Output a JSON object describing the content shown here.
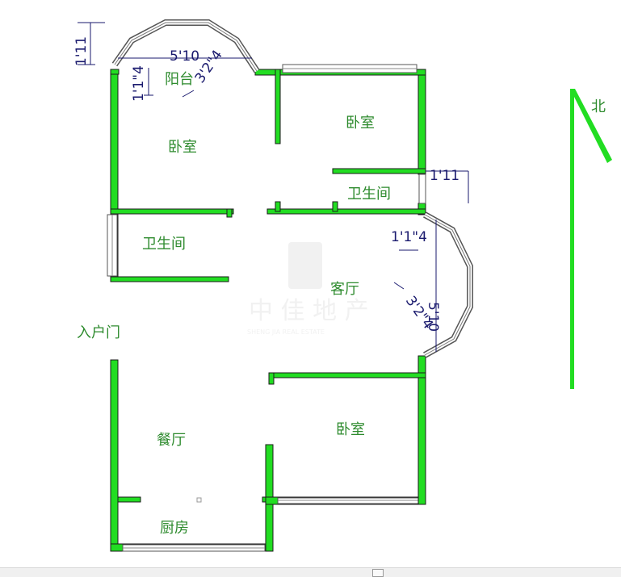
{
  "rooms": {
    "balcony": "阳台",
    "bedroom_nw": "卧室",
    "bedroom_ne": "卧室",
    "bath_east": "卫生间",
    "bath_west": "卫生间",
    "living": "客厅",
    "entry_door": "入户门",
    "dining": "餐厅",
    "bedroom_se": "卧室",
    "kitchen": "厨房"
  },
  "compass": {
    "label": "北"
  },
  "dimensions": {
    "top_left_vertical": "1'11",
    "balcony_width": "5'10",
    "balcony_side_small": "1'1\"4",
    "balcony_diagonal": "3'2\"4",
    "east_offset": "1'11",
    "bay_small": "1'1\"4",
    "bay_width": "5'10",
    "bay_diagonal": "3'2\"4"
  },
  "colors": {
    "wall": "#22dd22",
    "room_text": "#2e8b2e",
    "dimension_text": "#1a1a6e"
  }
}
